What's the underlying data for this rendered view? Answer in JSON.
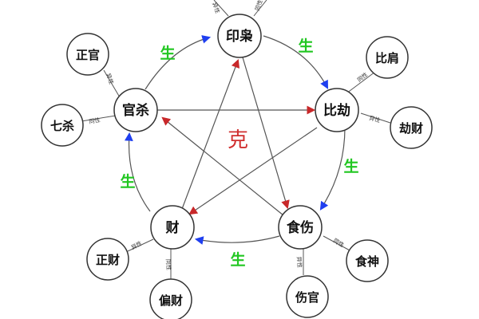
{
  "nodes": {
    "yinxiao": "印枭",
    "bijie": "比劫",
    "shishang": "食伤",
    "cai": "财",
    "guansha": "官杀"
  },
  "sub_nodes": {
    "bijian": "比肩",
    "jiecai": "劫财",
    "shishen": "食神",
    "shangguan": "伤官",
    "pianca": "偏财",
    "zhengcai": "正财",
    "qisha": "七杀",
    "zhengguan": "正官"
  },
  "relation_labels": {
    "sheng": "生",
    "ke": "克",
    "same": "同性",
    "diff": "异性"
  },
  "colors": {
    "sheng": "#22c722",
    "ke": "#d03030",
    "arrow_blue": "#1f3ff0",
    "arrow_red": "#c8282a",
    "line": "#555555"
  }
}
